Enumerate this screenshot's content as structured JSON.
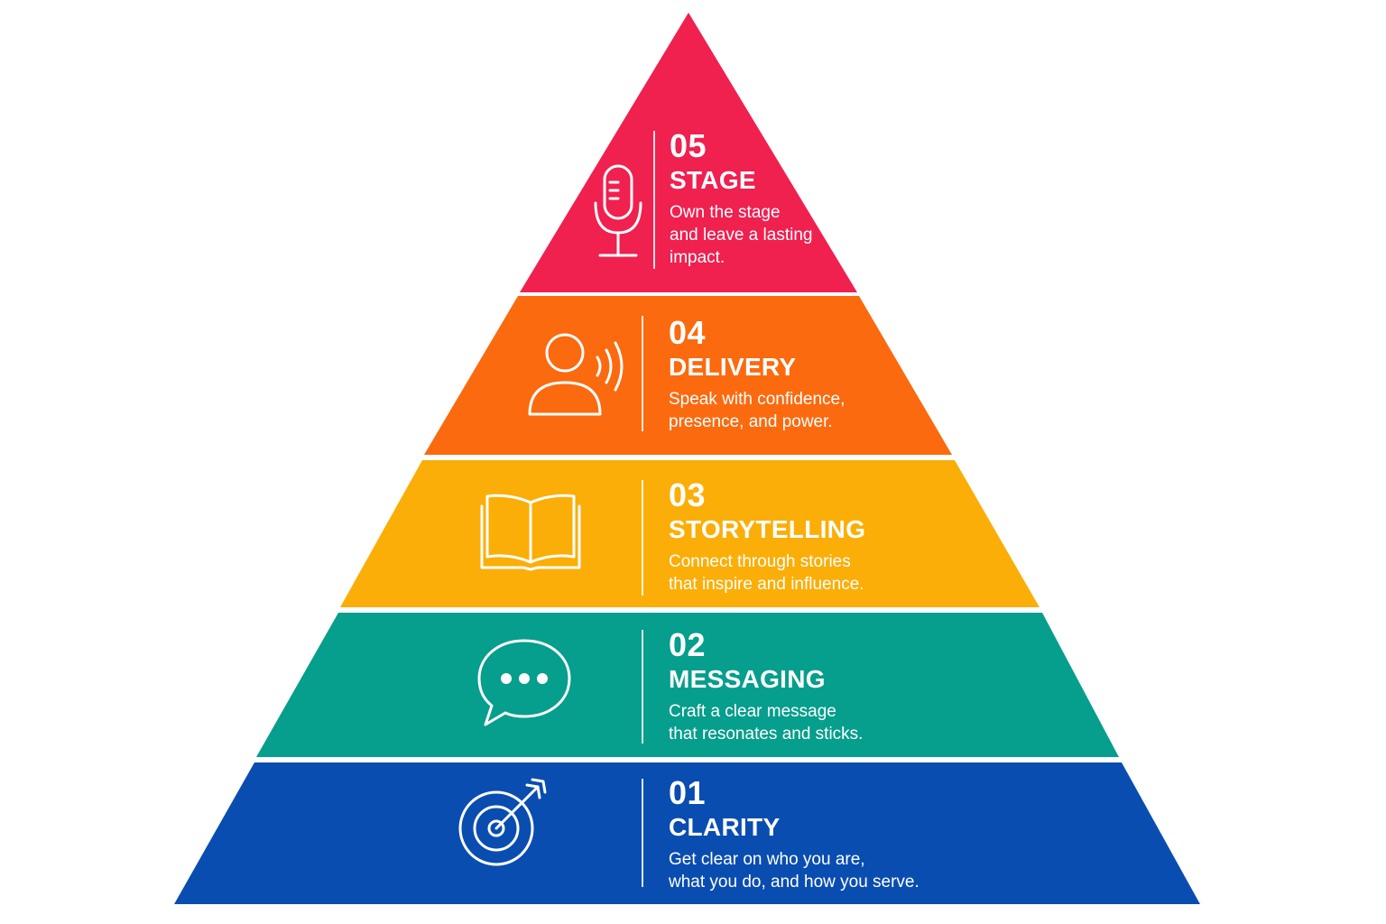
{
  "levels": [
    {
      "id": "stage",
      "number": "05",
      "title": "STAGE",
      "description": "Own the stage\nand leave a lasting\nimpact.",
      "icon": "microphone-icon",
      "color": "#F0204F"
    },
    {
      "id": "delivery",
      "number": "04",
      "title": "DELIVERY",
      "description": "Speak with confidence,\npresence, and power.",
      "icon": "speaking-person-icon",
      "color": "#FB6A0F"
    },
    {
      "id": "storytelling",
      "number": "03",
      "title": "STORYTELLING",
      "description": "Connect through stories\nthat inspire and influence.",
      "icon": "open-book-icon",
      "color": "#FBAE07"
    },
    {
      "id": "messaging",
      "number": "02",
      "title": "MESSAGING",
      "description": "Craft a clear message\nthat resonates and sticks.",
      "icon": "chat-bubble-icon",
      "color": "#069E8C"
    },
    {
      "id": "clarity",
      "number": "01",
      "title": "CLARITY",
      "description": "Get clear on who you are,\nwhat you do, and how you serve.",
      "icon": "target-arrow-icon",
      "color": "#0A4DB0"
    }
  ]
}
